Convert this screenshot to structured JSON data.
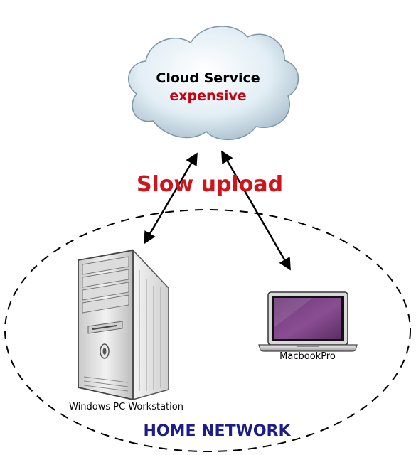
{
  "cloud": {
    "title": "Cloud Service",
    "subtitle": "expensive",
    "subtitle_color": "#c8000f"
  },
  "connection": {
    "label": "Slow upload",
    "label_color": "#d0141c"
  },
  "devices": {
    "laptop_label": "MacbookPro",
    "pc_label": "Windows PC Workstation"
  },
  "network": {
    "label": "HOME NETWORK",
    "label_color": "#1c1c8c"
  },
  "icons": [
    "cloud-icon",
    "desktop-tower-icon",
    "laptop-icon"
  ]
}
